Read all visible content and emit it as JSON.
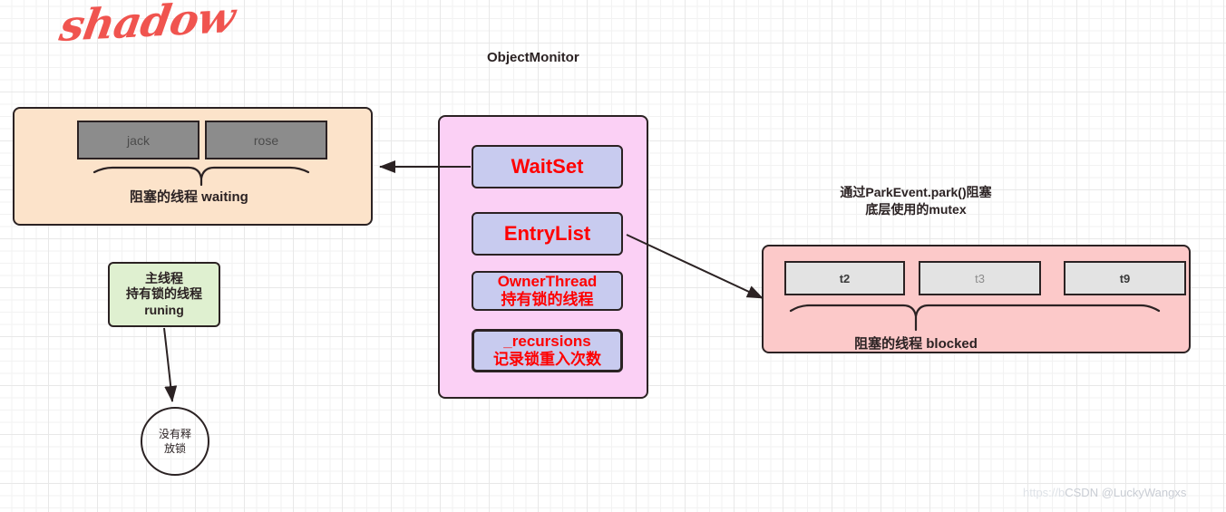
{
  "logo": {
    "text": "shadow",
    "color": "#f0544f"
  },
  "waiting_group": {
    "threads": [
      {
        "name": "jack"
      },
      {
        "name": "rose"
      }
    ],
    "brace_label": "阻塞的线程 waiting",
    "fill": "#fce3ca",
    "chip_fill": "#8c8c8c"
  },
  "main_thread": {
    "lines": [
      "主线程",
      "持有锁的线程",
      "runing"
    ],
    "fill": "#dff0d0"
  },
  "no_release": {
    "lines": [
      "没有释",
      "放锁"
    ]
  },
  "object_monitor": {
    "title": "ObjectMonitor",
    "fill": "#fbd0f5",
    "field_fill": "#c8cbef",
    "field_text_color": "#ff0000",
    "fields": [
      {
        "name": "WaitSet",
        "lines": [
          "WaitSet"
        ]
      },
      {
        "name": "EntryList",
        "lines": [
          "EntryList"
        ]
      },
      {
        "name": "OwnerThread",
        "lines": [
          "OwnerThread",
          "持有锁的线程"
        ]
      },
      {
        "name": "_recursions",
        "lines": [
          "_recursions",
          "记录锁重入次数"
        ]
      }
    ]
  },
  "blocked_group": {
    "note_lines": [
      "通过ParkEvent.park()阻塞",
      "底层使用的mutex"
    ],
    "threads": [
      {
        "name": "t2"
      },
      {
        "name": "t3"
      },
      {
        "name": "t9"
      }
    ],
    "brace_label": "阻塞的线程 blocked",
    "fill": "#fcc9c9",
    "chip_fill": "#e3e3e3"
  },
  "watermark": {
    "prefix": "https://b",
    "text": "CSDN @LuckyWangxs"
  }
}
